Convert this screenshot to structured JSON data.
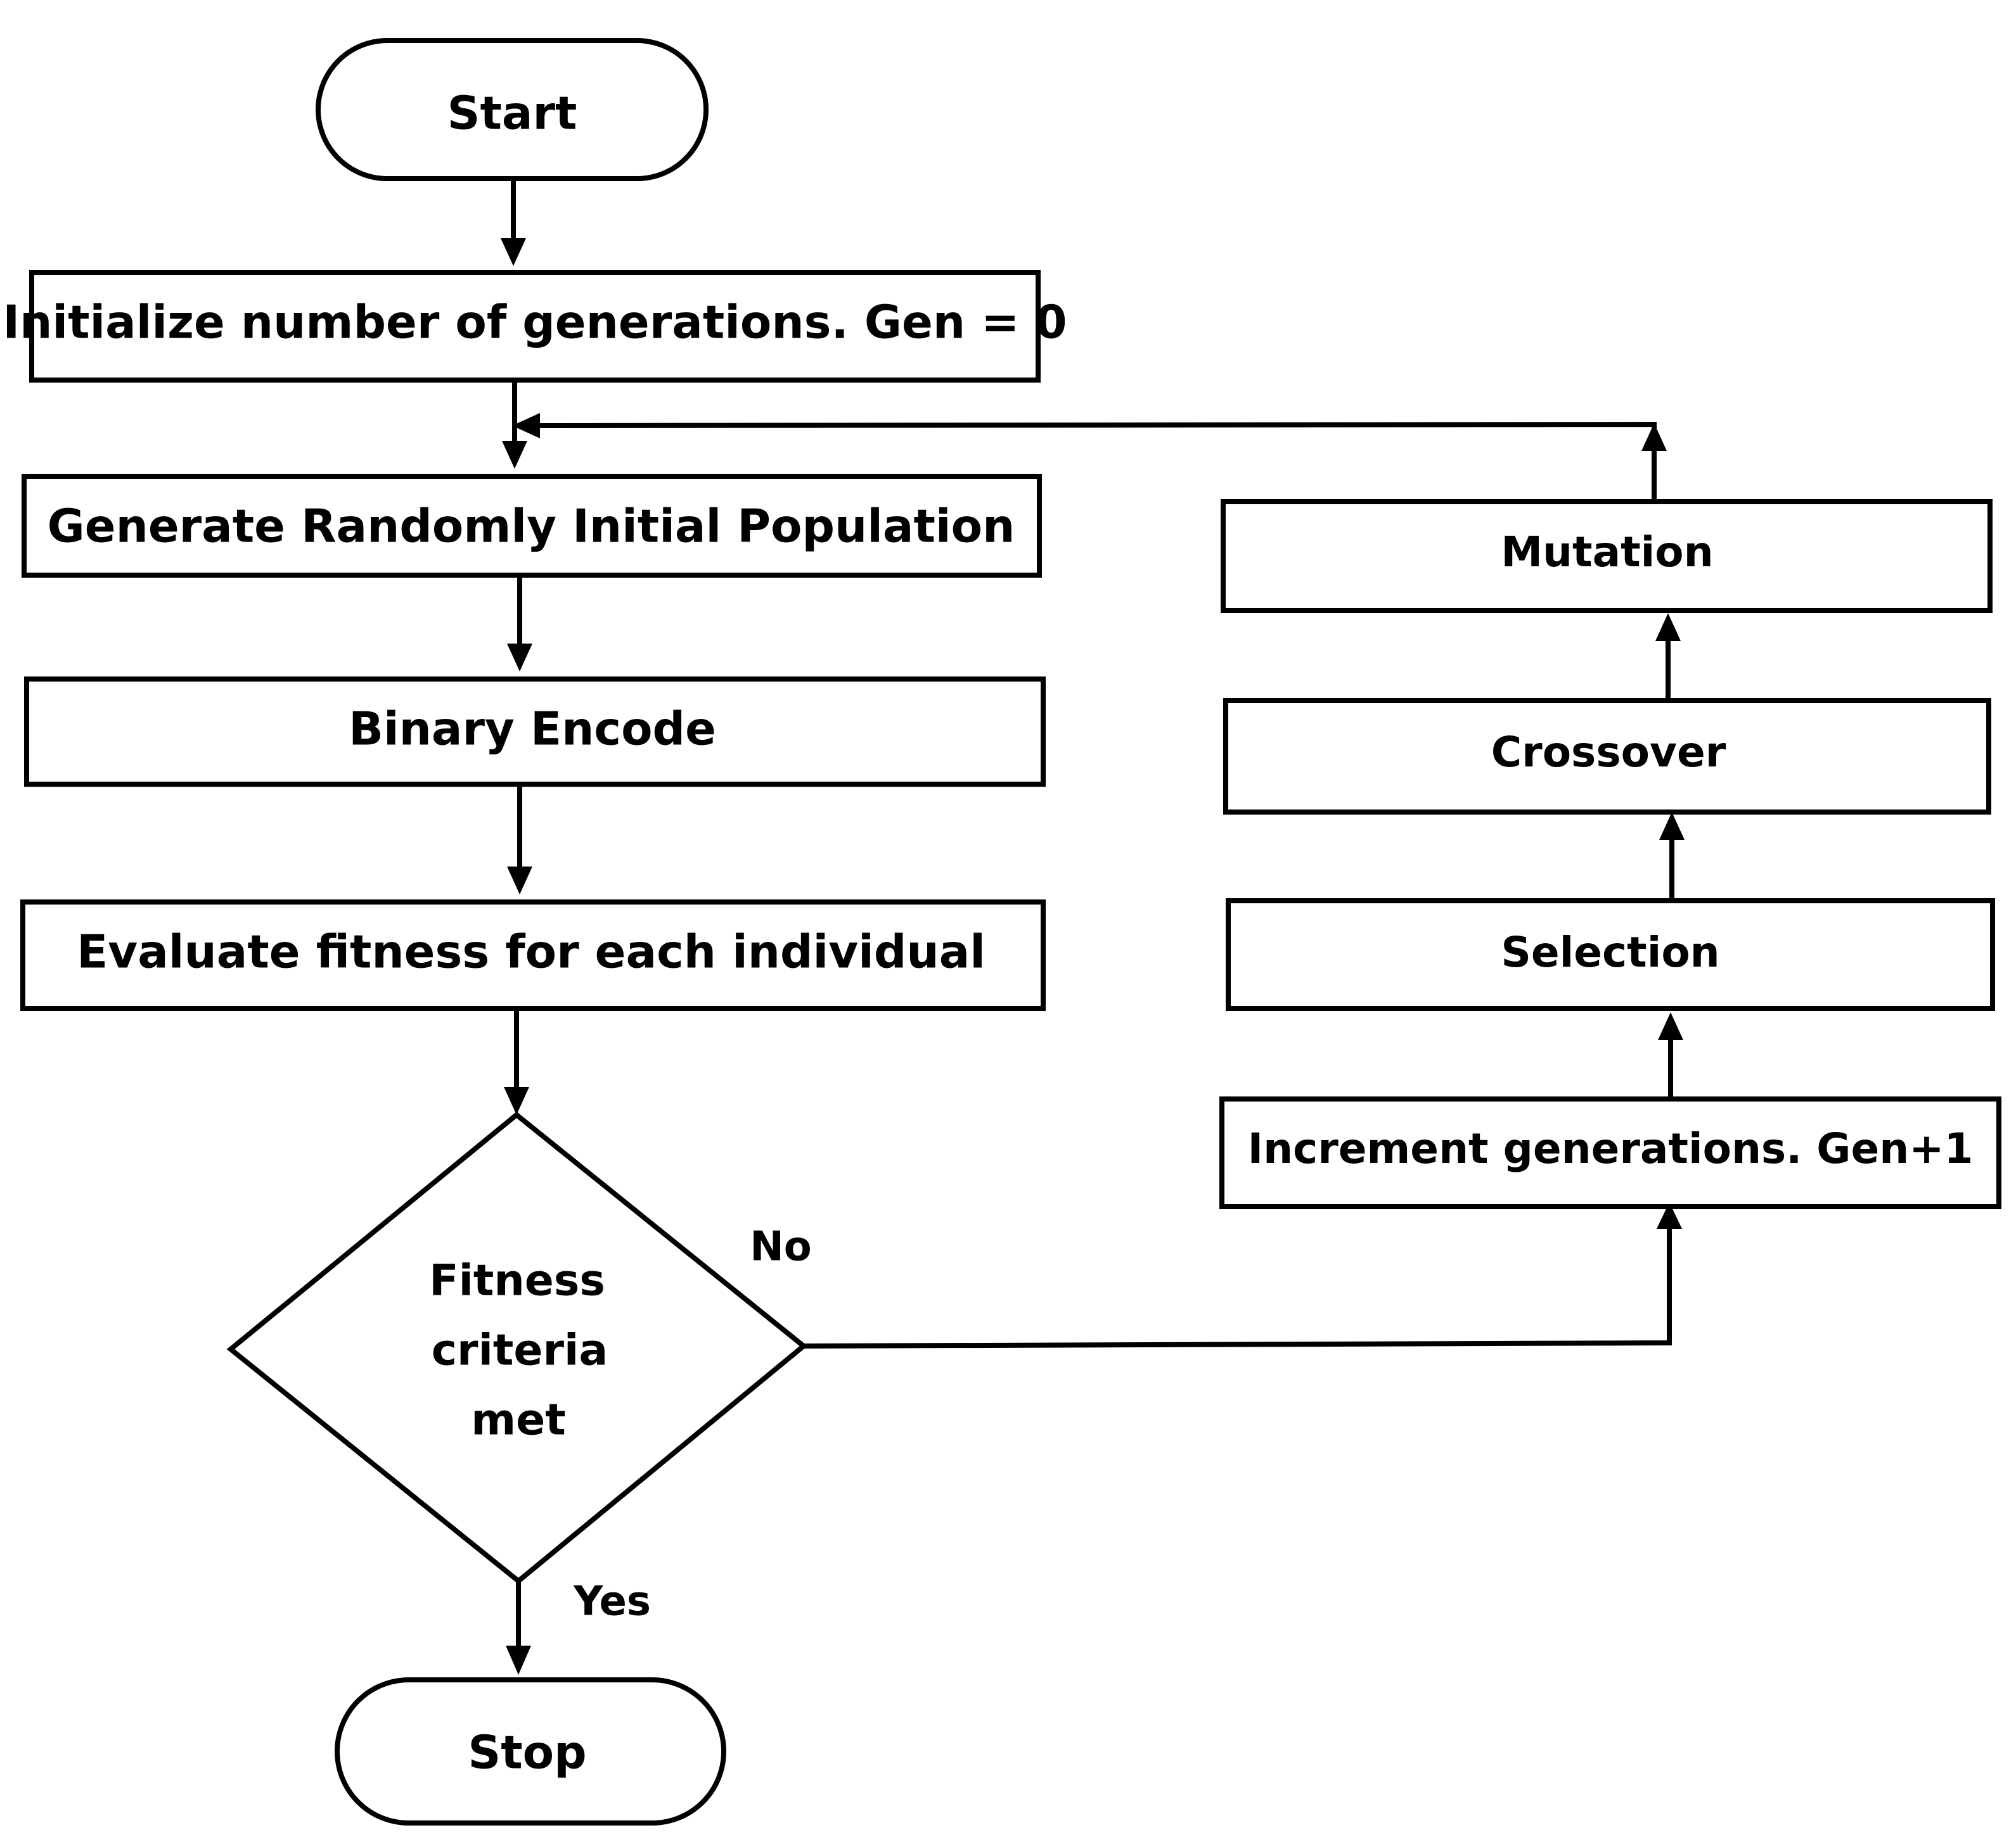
{
  "nodes": {
    "start": "Start",
    "init_gen": "Initialize number of generations. Gen = 0",
    "gen_population": "Generate Randomly Initial Population",
    "binary_encode": "Binary Encode",
    "evaluate_fitness": "Evaluate fitness for each individual",
    "decision": {
      "line1": "Fitness",
      "line2": "criteria",
      "line3": "met"
    },
    "stop": "Stop",
    "increment_gen": "Increment generations. Gen+1",
    "selection": "Selection",
    "crossover": "Crossover",
    "mutation": "Mutation"
  },
  "edge_labels": {
    "no": "No",
    "yes": "Yes"
  }
}
